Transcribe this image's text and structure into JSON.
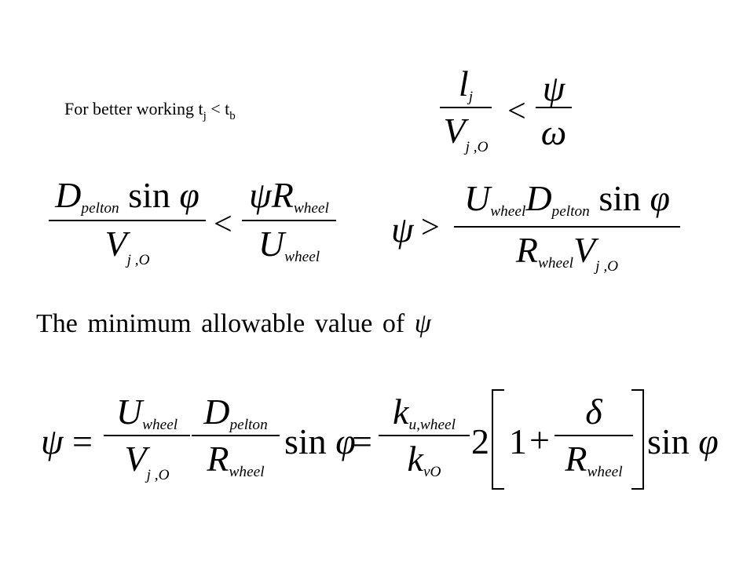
{
  "intro": {
    "text": "For better working t",
    "sub_j": "j",
    "less_than": " < t",
    "sub_b": "b"
  },
  "heading": {
    "text": "The minimum allowable  value of ",
    "symbol": "ψ"
  },
  "symbols": {
    "psi": "ψ",
    "omega": "ω",
    "phi": "φ",
    "delta": "δ",
    "lt": "<",
    "gt": ">",
    "eq": "=",
    "plus": "+",
    "sin": "sin"
  },
  "variables": {
    "l": "l",
    "j": "j",
    "V": "V",
    "jO": "j ,O",
    "D": "D",
    "pelton": "pelton",
    "R": "R",
    "wheel": "wheel",
    "U": "U",
    "k": "k",
    "uwheel": "u,wheel",
    "vO": "vO",
    "two": "2",
    "one": "1"
  }
}
